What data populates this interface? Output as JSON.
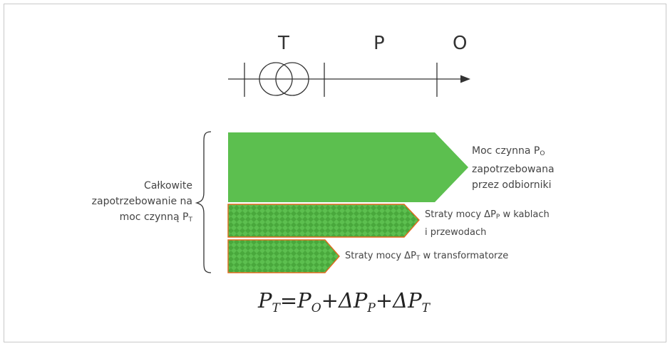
{
  "schema": {
    "nodes": [
      "T",
      "P",
      "O"
    ]
  },
  "left_label": {
    "line1": "Całkowite",
    "line2": "zapotrzebowanie na",
    "line3": "moc czynną P",
    "line3_sub": "T"
  },
  "bars": [
    {
      "line1": "Moc czynna P",
      "line1_sub": "O",
      "line2": "zapotrzebowana",
      "line3": "przez odbiorniki"
    },
    {
      "line1_pre": "Straty mocy ΔP",
      "line1_sub": "P",
      "line1_post": " w kablach",
      "line2": "i przewodach"
    },
    {
      "line1_pre": "Straty mocy ΔP",
      "line1_sub": "T",
      "line1_post": " w transformatorze"
    }
  ],
  "formula": {
    "p": "P",
    "sub_t": "T",
    "eq": "=",
    "sub_o": "O",
    "plus": "+",
    "delta_p": "ΔP",
    "sub_p": "P"
  },
  "colors": {
    "fill_green": "#5cbf4f",
    "hatch_green": "#4a9a3a",
    "outline_orange": "#e06a1e",
    "line": "#333333"
  },
  "icons": [
    "transformer-symbol-icon",
    "arrow-right-icon",
    "curly-brace-icon"
  ]
}
